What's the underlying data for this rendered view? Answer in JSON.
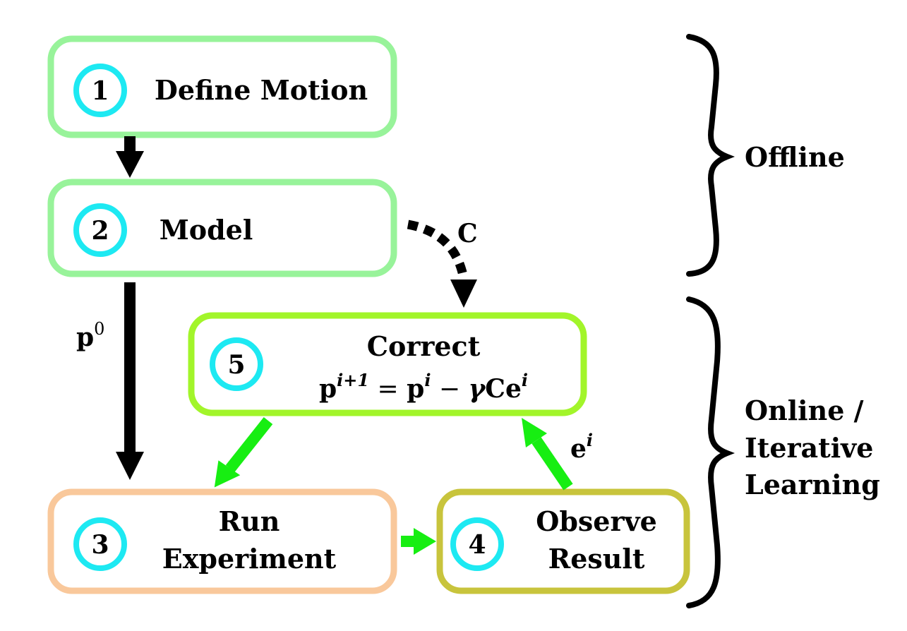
{
  "steps": [
    {
      "num": "1",
      "lines": [
        "Define Motion"
      ],
      "border": "#98f39a"
    },
    {
      "num": "2",
      "lines": [
        "Model"
      ],
      "border": "#98f39a"
    },
    {
      "num": "3",
      "lines": [
        "Run",
        "Experiment"
      ],
      "border": "#f9c89b"
    },
    {
      "num": "4",
      "lines": [
        "Observe",
        "Result"
      ],
      "border": "#c8c43c"
    },
    {
      "num": "5",
      "lines": [
        "Correct"
      ],
      "border": "#a2f52a"
    }
  ],
  "step5_equation": {
    "lhs_base": "p",
    "lhs_sup": "i+1",
    "eq": " = ",
    "r1_base": "p",
    "r1_sup": "i",
    "op": " − ",
    "gamma": "γ",
    "r2_base": "Ce",
    "r2_sup": "i"
  },
  "edge_labels": {
    "c_label": "C",
    "p0_base": "p",
    "p0_sup": "0",
    "ei_base": "e",
    "ei_sup": "i"
  },
  "phases": {
    "offline": [
      "Offline"
    ],
    "online": [
      "Online /",
      "Iterative",
      "Learning"
    ]
  },
  "colors": {
    "circle": "#1de9f2",
    "green_arrow": "#17ee12",
    "black_arrow": "#000000"
  }
}
